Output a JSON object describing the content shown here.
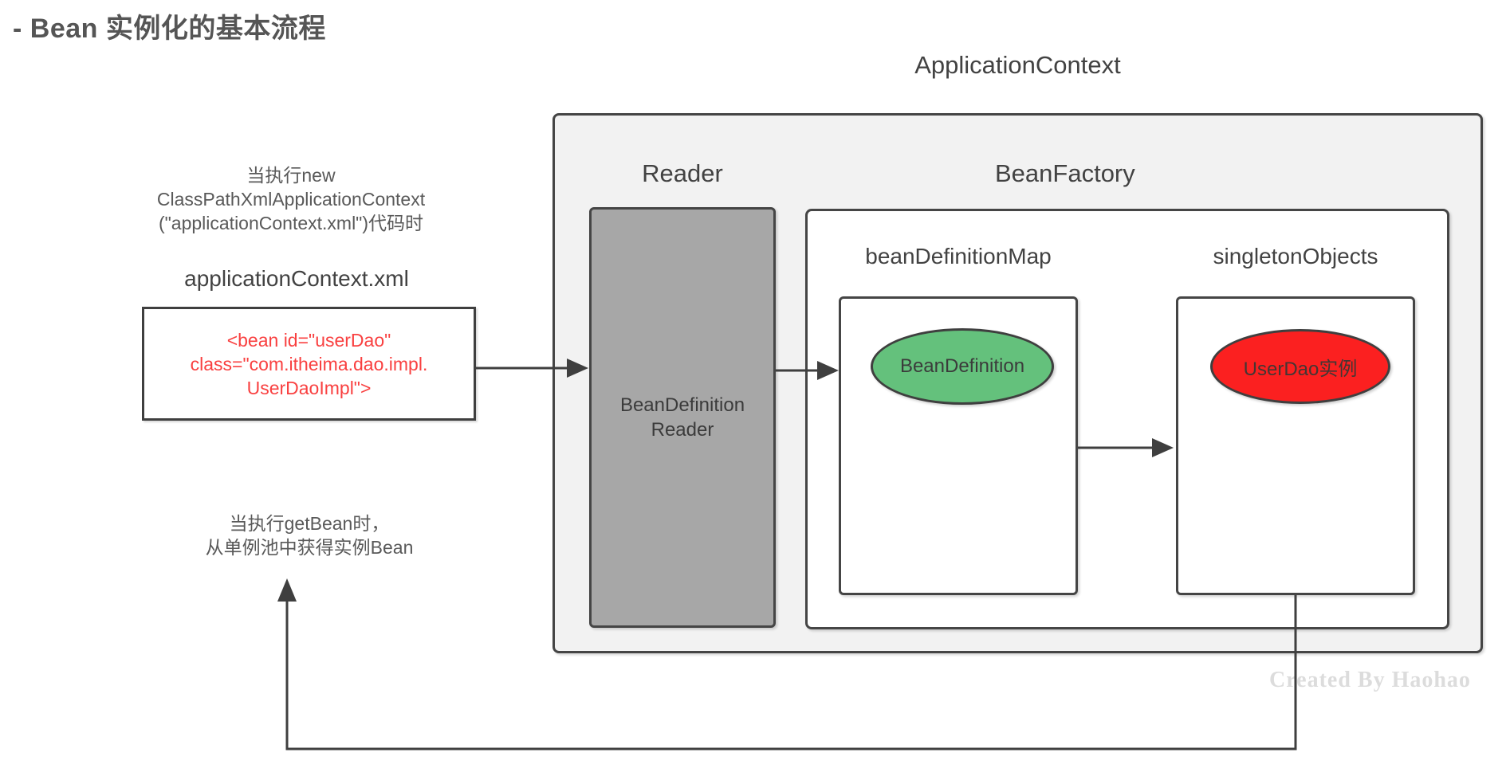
{
  "page": {
    "title": "- Bean 实例化的基本流程",
    "watermark": "Created By Haohao"
  },
  "diagram": {
    "application_context": {
      "label": "ApplicationContext",
      "reader": {
        "label": "Reader",
        "box_line1": "BeanDefinition",
        "box_line2": "Reader"
      },
      "bean_factory": {
        "label": "BeanFactory",
        "bean_definition_map": {
          "label": "beanDefinitionMap",
          "ellipse_label": "BeanDefinition",
          "ellipse_fill": "#64c17c"
        },
        "singleton_objects": {
          "label": "singletonObjects",
          "ellipse_label": "UserDao实例",
          "ellipse_fill": "#fb2020"
        }
      }
    },
    "annotations": {
      "new_context": {
        "line1": "当执行new",
        "line2": "ClassPathXmlApplicationContext",
        "line3": "(\"applicationContext.xml\")代码时"
      },
      "xml_file": {
        "title": "applicationContext.xml",
        "code_line1": "<bean id=\"userDao\"",
        "code_line2": "class=\"com.itheima.dao.impl.",
        "code_line3": "UserDaoImpl\">",
        "code_color": "#f94040"
      },
      "get_bean": {
        "line1": "当执行getBean时，",
        "line2": "从单例池中获得实例Bean"
      }
    },
    "colors": {
      "arrow": "#3f3f3f",
      "box_border": "#454545",
      "outer_box_fill": "#f2f2f2",
      "reader_box_fill": "#a7a7a7",
      "watermark_color": "#dcdcdc"
    }
  }
}
